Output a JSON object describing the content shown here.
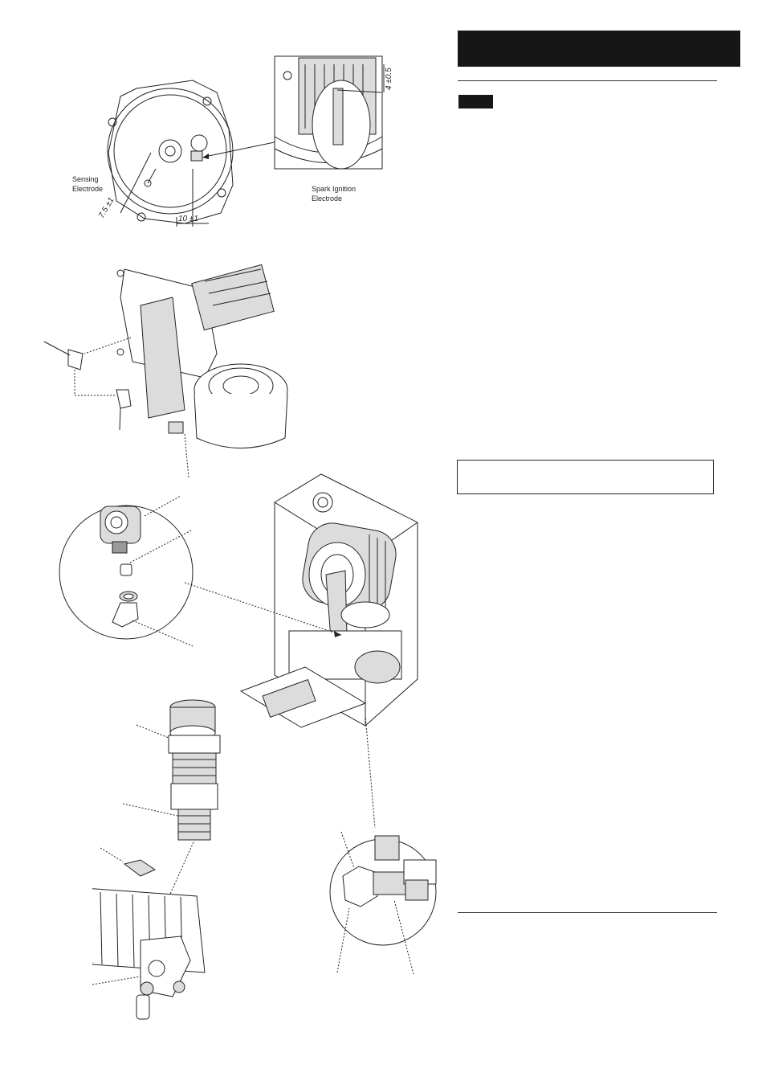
{
  "figures": {
    "electrodes": {
      "sensing_label_line1": "Sensing",
      "sensing_label_line2": "Electrode",
      "spark_label_line1": "Spark Ignition",
      "spark_label_line2": "Electrode",
      "dim_gap": "7.5 ±1",
      "dim_offset": "10 ±1",
      "dim_height": "4 ±0.5"
    },
    "icons": [
      "electrode-assembly-icon",
      "burner-assembly-icon",
      "injector-detail-icon",
      "boiler-cabinet-icon",
      "filter-cartridge-icon",
      "heat-exchanger-icon",
      "valve-detail-icon"
    ]
  }
}
